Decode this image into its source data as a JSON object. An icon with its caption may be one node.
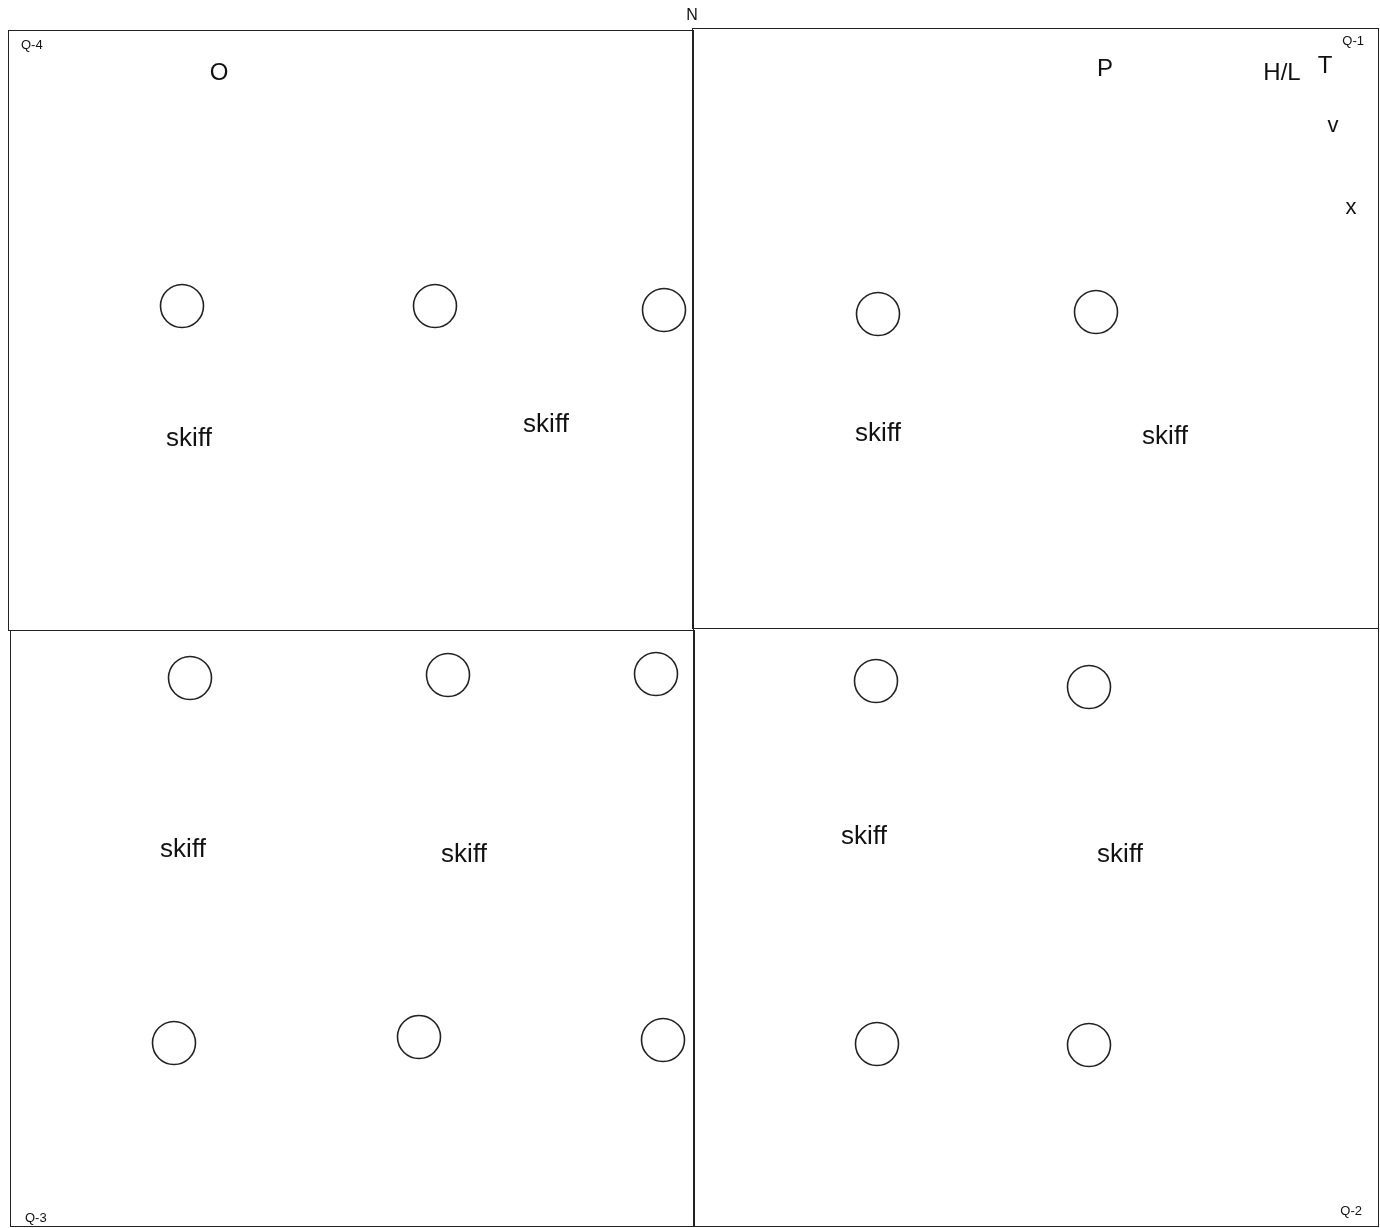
{
  "diagram": {
    "nodes": [
      {
        "text": [
          "Q-4"
        ]
      },
      {
        "text": [],
        "shape": "circle",
        "in": 0
      },
      {
        "text": [],
        "shape": "circle",
        "in": 0
      },
      {
        "text": [],
        "shape": "circle",
        "in": 0
      },
      {
        "text": [
          "Q-1"
        ]
      },
      {
        "text": [],
        "shape": "circle",
        "in": 4
      },
      {
        "text": [],
        "shape": "circle",
        "in": 4
      },
      {
        "text": [
          "Q-3"
        ]
      },
      {
        "text": [],
        "shape": "circle",
        "in": 7
      },
      {
        "text": [],
        "shape": "circle",
        "in": 7
      },
      {
        "text": [],
        "shape": "circle",
        "in": 7
      },
      {
        "text": [],
        "shape": "circle",
        "in": 7
      },
      {
        "text": [],
        "shape": "circle",
        "in": 7
      },
      {
        "text": [],
        "shape": "circle",
        "in": 7
      },
      {
        "text": [
          "Q-2"
        ]
      },
      {
        "text": [],
        "shape": "circle",
        "in": 14
      },
      {
        "text": [],
        "shape": "circle",
        "in": 14
      },
      {
        "text": [],
        "shape": "circle",
        "in": 14
      },
      {
        "text": [],
        "shape": "circle",
        "in": 14
      }
    ],
    "labels": [
      "N",
      "O",
      "P",
      "H/L",
      "T",
      "v",
      "x",
      "skiff",
      "skiff",
      "skiff",
      "skiff",
      "skiff",
      "skiff",
      "skiff",
      "skiff"
    ]
  }
}
